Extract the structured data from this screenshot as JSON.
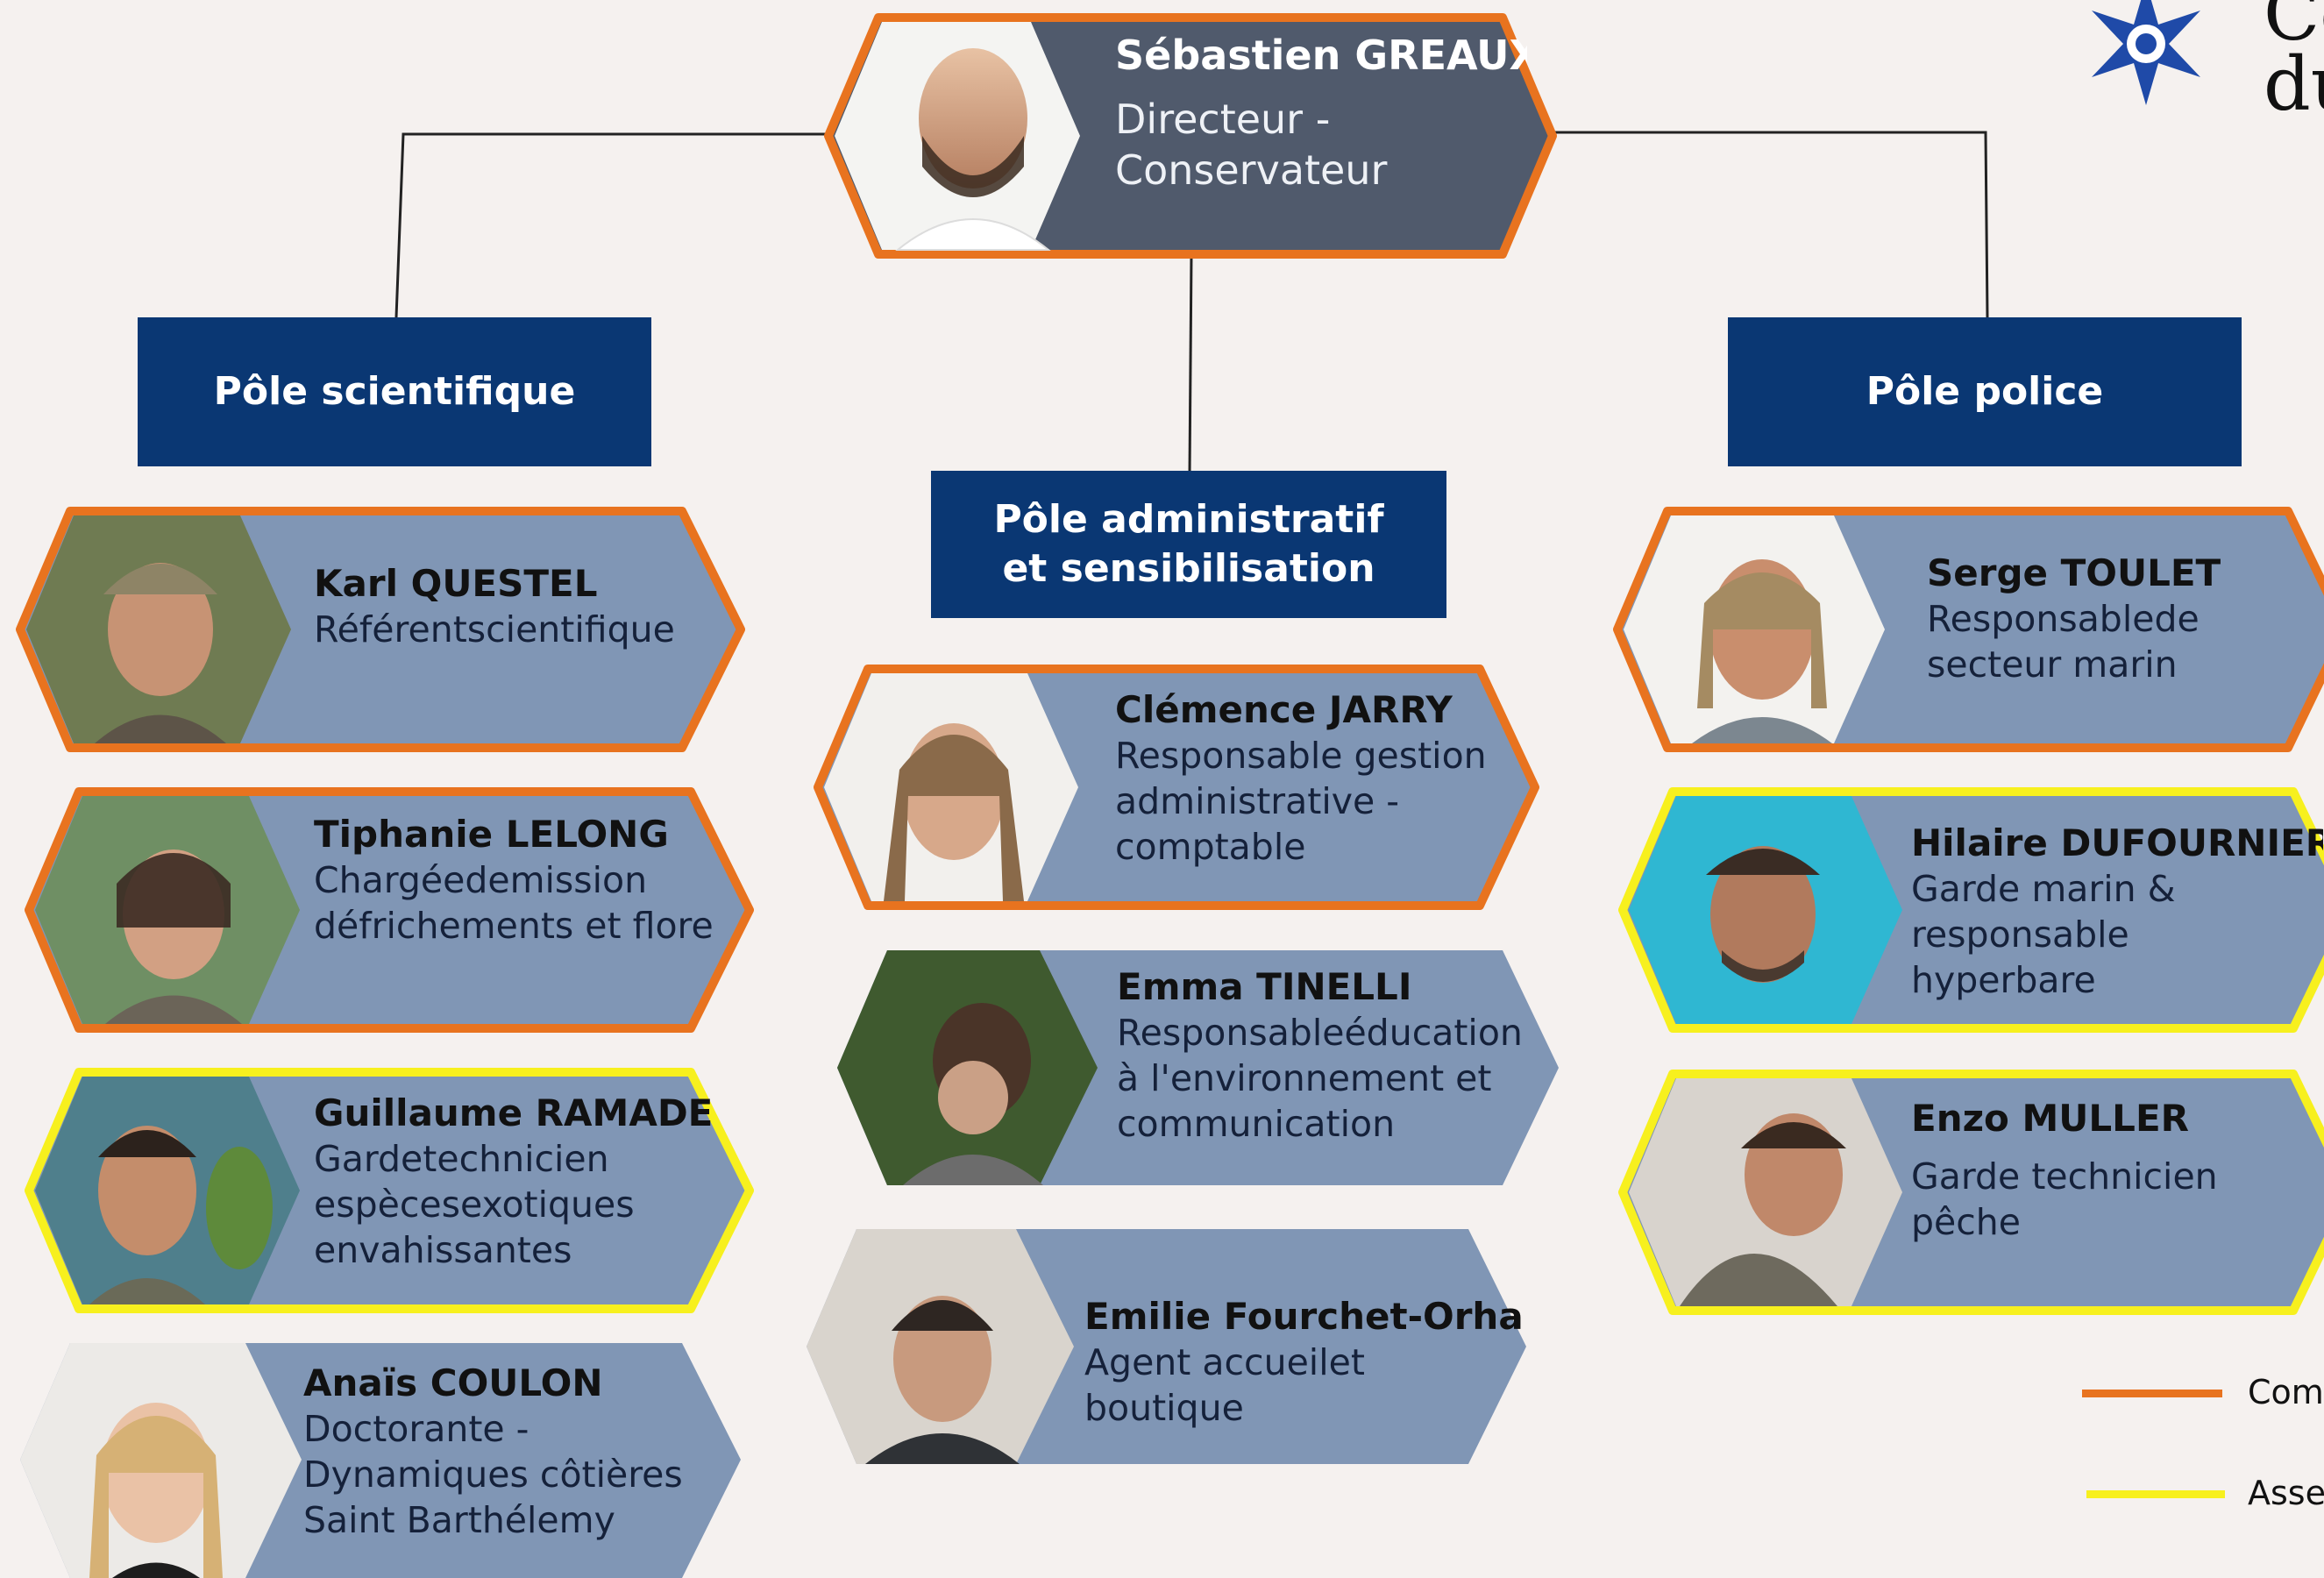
{
  "colors": {
    "background": "#f5f1ef",
    "pole_fill": "#0a3773",
    "card_fill": "#8096b5",
    "lead_fill": "#505a6c",
    "border_orange": "#e8731f",
    "border_yellow": "#f7f01e",
    "connector": "#222222"
  },
  "director": {
    "name": "Sébastien GREAUX",
    "role": "Directeur - Conservateur",
    "border": "orange",
    "photo": "portrait-photo"
  },
  "poles": {
    "scientific": "Pôle scientifique",
    "admin_line1": "Pôle administratif",
    "admin_line2": "et sensibilisation",
    "police": "Pôle police"
  },
  "staff": {
    "scientific": [
      {
        "name": "Karl QUESTEL",
        "role": "Référentscientifique",
        "border": "orange"
      },
      {
        "name": "Tiphanie LELONG",
        "role": "Chargéedemission défrichements et flore",
        "border": "orange"
      },
      {
        "name": "Guillaume RAMADE",
        "role": "Gardetechnicien espècesexotiques envahissantes",
        "border": "yellow"
      },
      {
        "name": "Anaïs COULON",
        "role": "Doctorante - Dynamiques côtières Saint Barthélemy",
        "border": "none"
      }
    ],
    "admin": [
      {
        "name": "Clémence JARRY",
        "role": "Responsable gestion administrative - comptable",
        "border": "orange"
      },
      {
        "name": "Emma TINELLI",
        "role": "Responsableéducation à l'environnement et communication",
        "border": "none"
      },
      {
        "name": "Emilie Fourchet-Orhant",
        "role": "Agent accueilet boutique",
        "border": "none"
      }
    ],
    "police": [
      {
        "name": "Serge TOULET",
        "role": "Responsablede secteur marin",
        "border": "orange"
      },
      {
        "name": "Hilaire DUFOURNIER",
        "role": "Garde marin & responsable hyperbare",
        "border": "yellow"
      },
      {
        "name": "Enzo MULLER",
        "role": "Garde technicien pêche",
        "border": "yellow"
      }
    ]
  },
  "legend": {
    "orange_label": "Com",
    "yellow_label": "Asse"
  },
  "logo": {
    "icon": "blue-star-flower-icon",
    "line1": "Co",
    "line2": "du"
  }
}
